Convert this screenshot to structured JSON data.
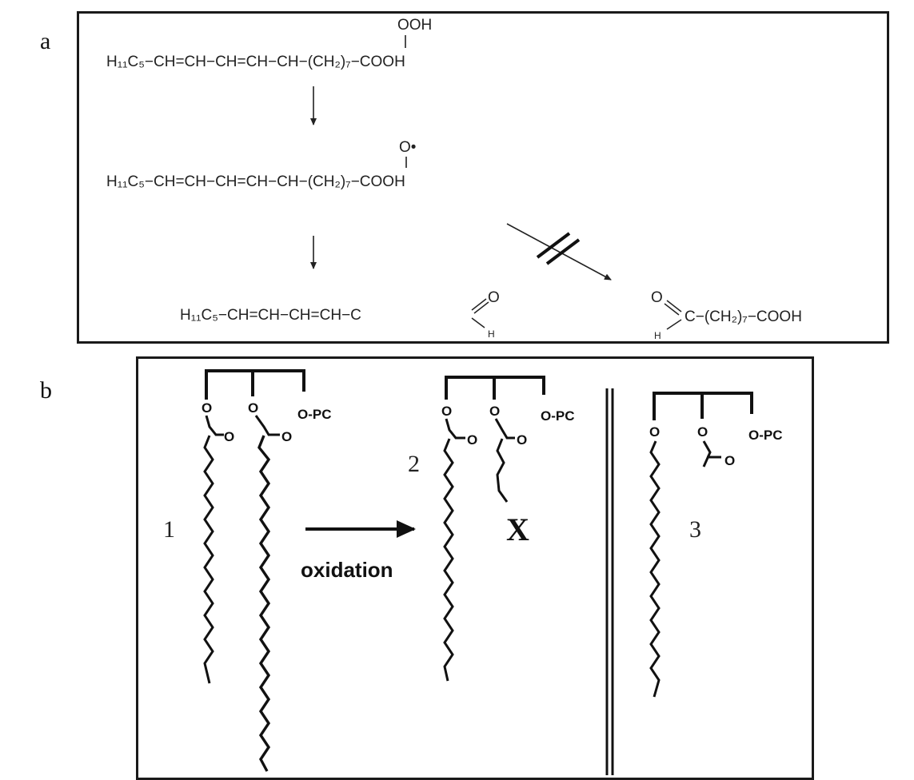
{
  "panel_a": {
    "label": "a",
    "row1": {
      "chain": "H₁₁C₅−CH=CH−CH=CH−CH−(CH₂)₇−COOH",
      "substituent": "OOH"
    },
    "row2": {
      "chain": "H₁₁C₅−CH=CH−CH=CH−CH−(CH₂)₇−COOH",
      "substituent": "O•"
    },
    "product_left": {
      "chain": "H₁₁C₅−CH=CH−CH=CH−C",
      "o": "O",
      "h": "H"
    },
    "product_right": {
      "chain": "C−(CH₂)₇−COOH",
      "o": "O",
      "h": "H"
    }
  },
  "panel_b": {
    "label": "b",
    "num1": "1",
    "num2": "2",
    "num3": "3",
    "arrow_label": "oxidation",
    "x_label": "X",
    "o": "O",
    "o_pc": "O-PC",
    "carbonyl_o": "O"
  }
}
